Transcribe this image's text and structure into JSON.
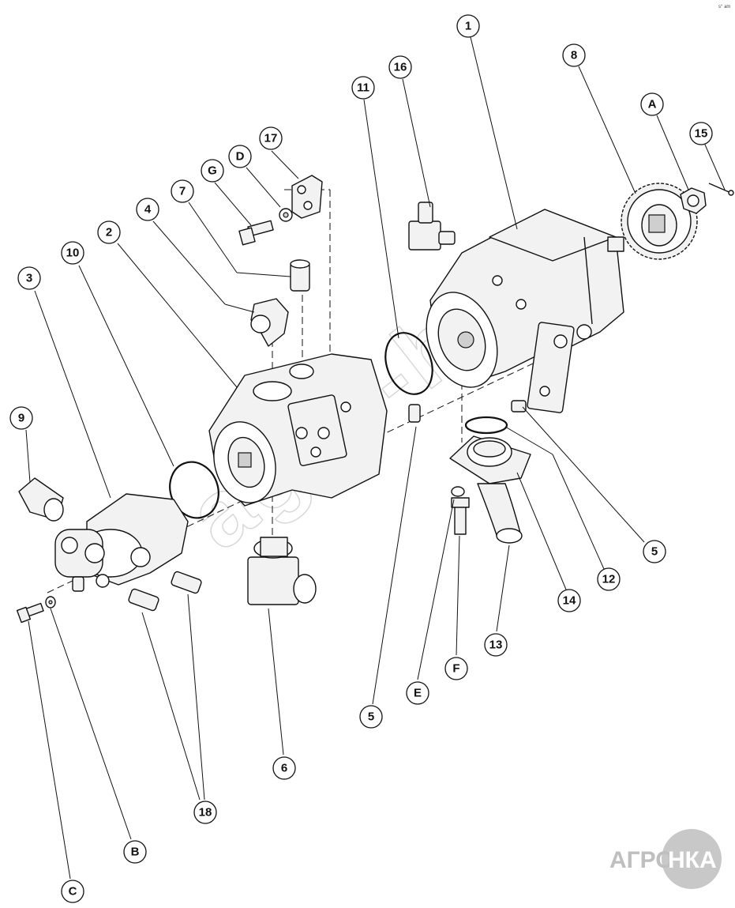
{
  "callouts": [
    {
      "label": "1"
    },
    {
      "label": "8"
    },
    {
      "label": "A"
    },
    {
      "label": "15"
    },
    {
      "label": "16"
    },
    {
      "label": "11"
    },
    {
      "label": "17"
    },
    {
      "label": "D"
    },
    {
      "label": "G"
    },
    {
      "label": "7"
    },
    {
      "label": "4"
    },
    {
      "label": "2"
    },
    {
      "label": "10"
    },
    {
      "label": "3"
    },
    {
      "label": "9"
    },
    {
      "label": "5"
    },
    {
      "label": "12"
    },
    {
      "label": "14"
    },
    {
      "label": "13"
    },
    {
      "label": "F"
    },
    {
      "label": "E"
    },
    {
      "label": "5"
    },
    {
      "label": "6"
    },
    {
      "label": "18"
    },
    {
      "label": "B"
    },
    {
      "label": "C"
    }
  ],
  "watermark": "agro-hk",
  "logo": {
    "left": "АГРО",
    "right": "НКА"
  },
  "corner_mark": "s° am"
}
